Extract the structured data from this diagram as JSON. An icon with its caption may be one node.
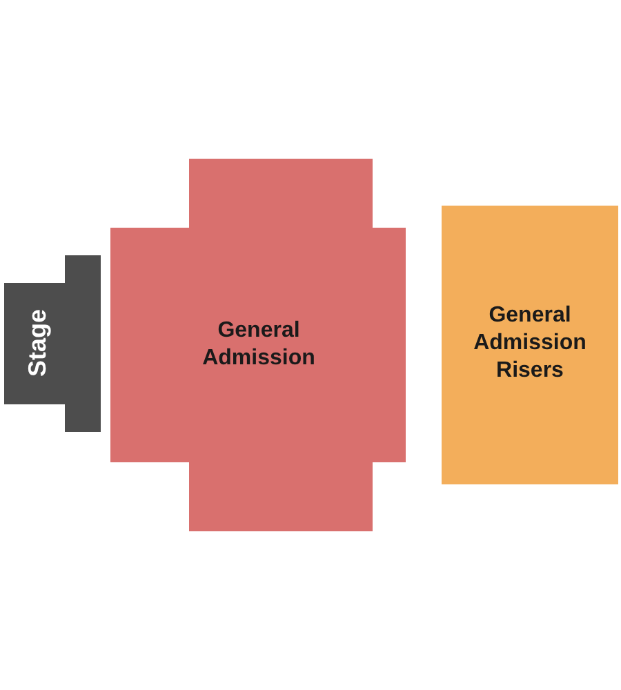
{
  "diagram": {
    "nodes": [
      {
        "text": [
          "Stage"
        ]
      },
      {
        "text": [
          "General Admission"
        ]
      },
      {
        "text": [
          "General Admission Risers"
        ]
      }
    ]
  }
}
